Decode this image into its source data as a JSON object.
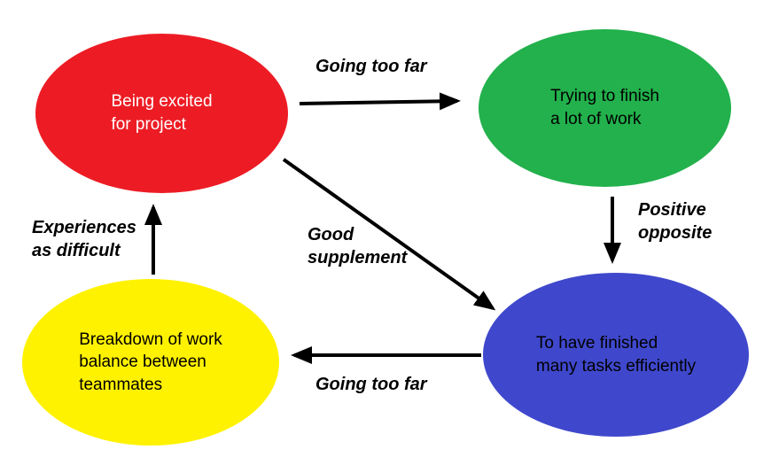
{
  "colors": {
    "background": "#ffffff",
    "arrow": "#000000",
    "node_red": "#ed1c24",
    "node_green": "#22b14c",
    "node_yellow": "#fff200",
    "node_blue": "#3f48cc"
  },
  "nodes": {
    "excited": {
      "label": "Being excited\nfor project",
      "fill": "#ed1c24",
      "text_color": "#ffffff"
    },
    "trying": {
      "label": "Trying to finish\na lot of work",
      "fill": "#22b14c",
      "text_color": "#000000"
    },
    "breakdown": {
      "label": "Breakdown of work\nbalance between\nteammates",
      "fill": "#fff200",
      "text_color": "#000000"
    },
    "finished": {
      "label": "To have finished\nmany tasks efficiently",
      "fill": "#3f48cc",
      "text_color": "#000000"
    }
  },
  "edges": {
    "excited_to_trying": {
      "label": "Going too far"
    },
    "trying_to_finished": {
      "label": "Positive\nopposite"
    },
    "excited_to_finished": {
      "label": "Good\nsupplement"
    },
    "finished_to_breakdown": {
      "label": "Going too far"
    },
    "breakdown_to_excited": {
      "label": "Experiences\nas difficult"
    }
  }
}
